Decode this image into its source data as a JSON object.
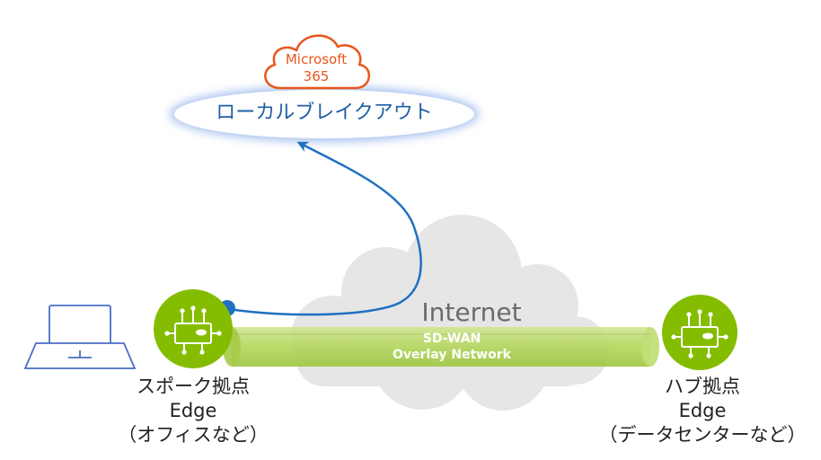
{
  "cloud_service": {
    "name_line1": "Microsoft",
    "name_line2": "365"
  },
  "local_breakout": {
    "label": "ローカルブレイクアウト"
  },
  "internet": {
    "label": "Internet"
  },
  "tunnel": {
    "line1": "SD-WAN",
    "line2": "Overlay Network"
  },
  "spoke": {
    "line1": "スポーク拠点",
    "line2": "Edge",
    "line3": "（オフィスなど）"
  },
  "hub": {
    "line1": "ハブ拠点",
    "line2": "Edge",
    "line3": "（データセンターなど）"
  },
  "colors": {
    "accent_green": "#84bd00",
    "tunnel_green": "#b5d75a",
    "ms_orange": "#e8561c",
    "breakout_blue": "#1f70c1",
    "internet_cloud": "#e6e6e6",
    "laptop_blue": "#4a6ec8"
  },
  "icons": [
    "laptop-icon",
    "edge-device-icon",
    "cloud-icon",
    "arrow-icon"
  ]
}
